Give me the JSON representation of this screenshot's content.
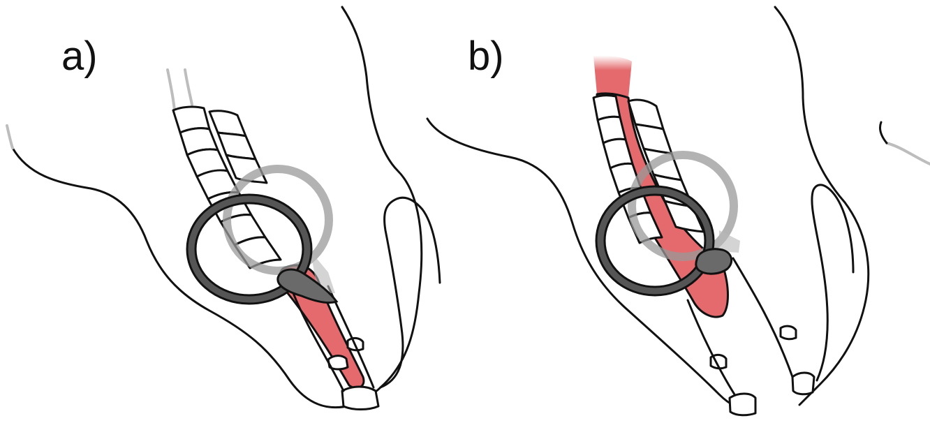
{
  "panels": [
    {
      "id": "a",
      "label": "a)"
    },
    {
      "id": "b",
      "label": "b)"
    }
  ],
  "colors": {
    "tube": "#e46a6d",
    "ring_dark": "#555555",
    "ring_light": "#9a9a9a",
    "device": "#6a6a6a",
    "outline": "#111111"
  }
}
